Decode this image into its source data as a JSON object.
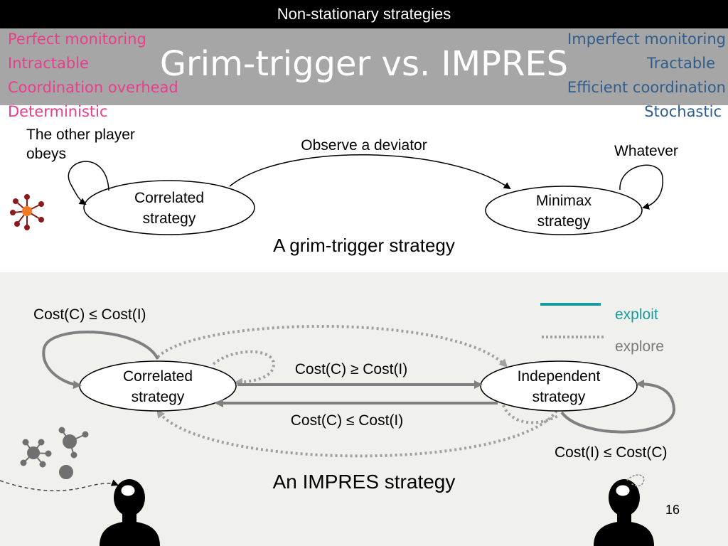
{
  "header": {
    "slide_title": "Non-stationary strategies",
    "main_title": "Grim-trigger vs. IMPRES"
  },
  "left_properties": [
    "Perfect monitoring",
    "Intractable",
    "Coordination overhead",
    "Deterministic"
  ],
  "right_properties": [
    "Imperfect monitoring",
    "Tractable",
    "Efficient coordination",
    "Stochastic"
  ],
  "grim_trigger": {
    "self_loop_left_label": "The other player obeys",
    "edge_label": "Observe a deviator",
    "self_loop_right_label": "Whatever",
    "node_left": "Correlated strategy",
    "node_right": "Minimax strategy",
    "caption": "A grim-trigger strategy"
  },
  "impres": {
    "self_loop_left_label": "Cost(C) ≤ Cost(I)",
    "edge_top_label": "Cost(C) ≥ Cost(I)",
    "edge_bottom_label": "Cost(C) ≤ Cost(I)",
    "self_loop_right_label": "Cost(I) ≤ Cost(C)",
    "node_left": "Correlated strategy",
    "node_right": "Independent strategy",
    "caption": "An IMPRES strategy"
  },
  "legend": {
    "exploit": "exploit",
    "explore": "explore"
  },
  "page_number": "16",
  "colors": {
    "header_bg": "#000000",
    "title_band": "#a6a6a6",
    "pink": "#e83e8c",
    "blue": "#2f5d8c",
    "exploit": "#1a9aa0",
    "explore": "#999999",
    "lower_bg": "#f0f1ec"
  }
}
